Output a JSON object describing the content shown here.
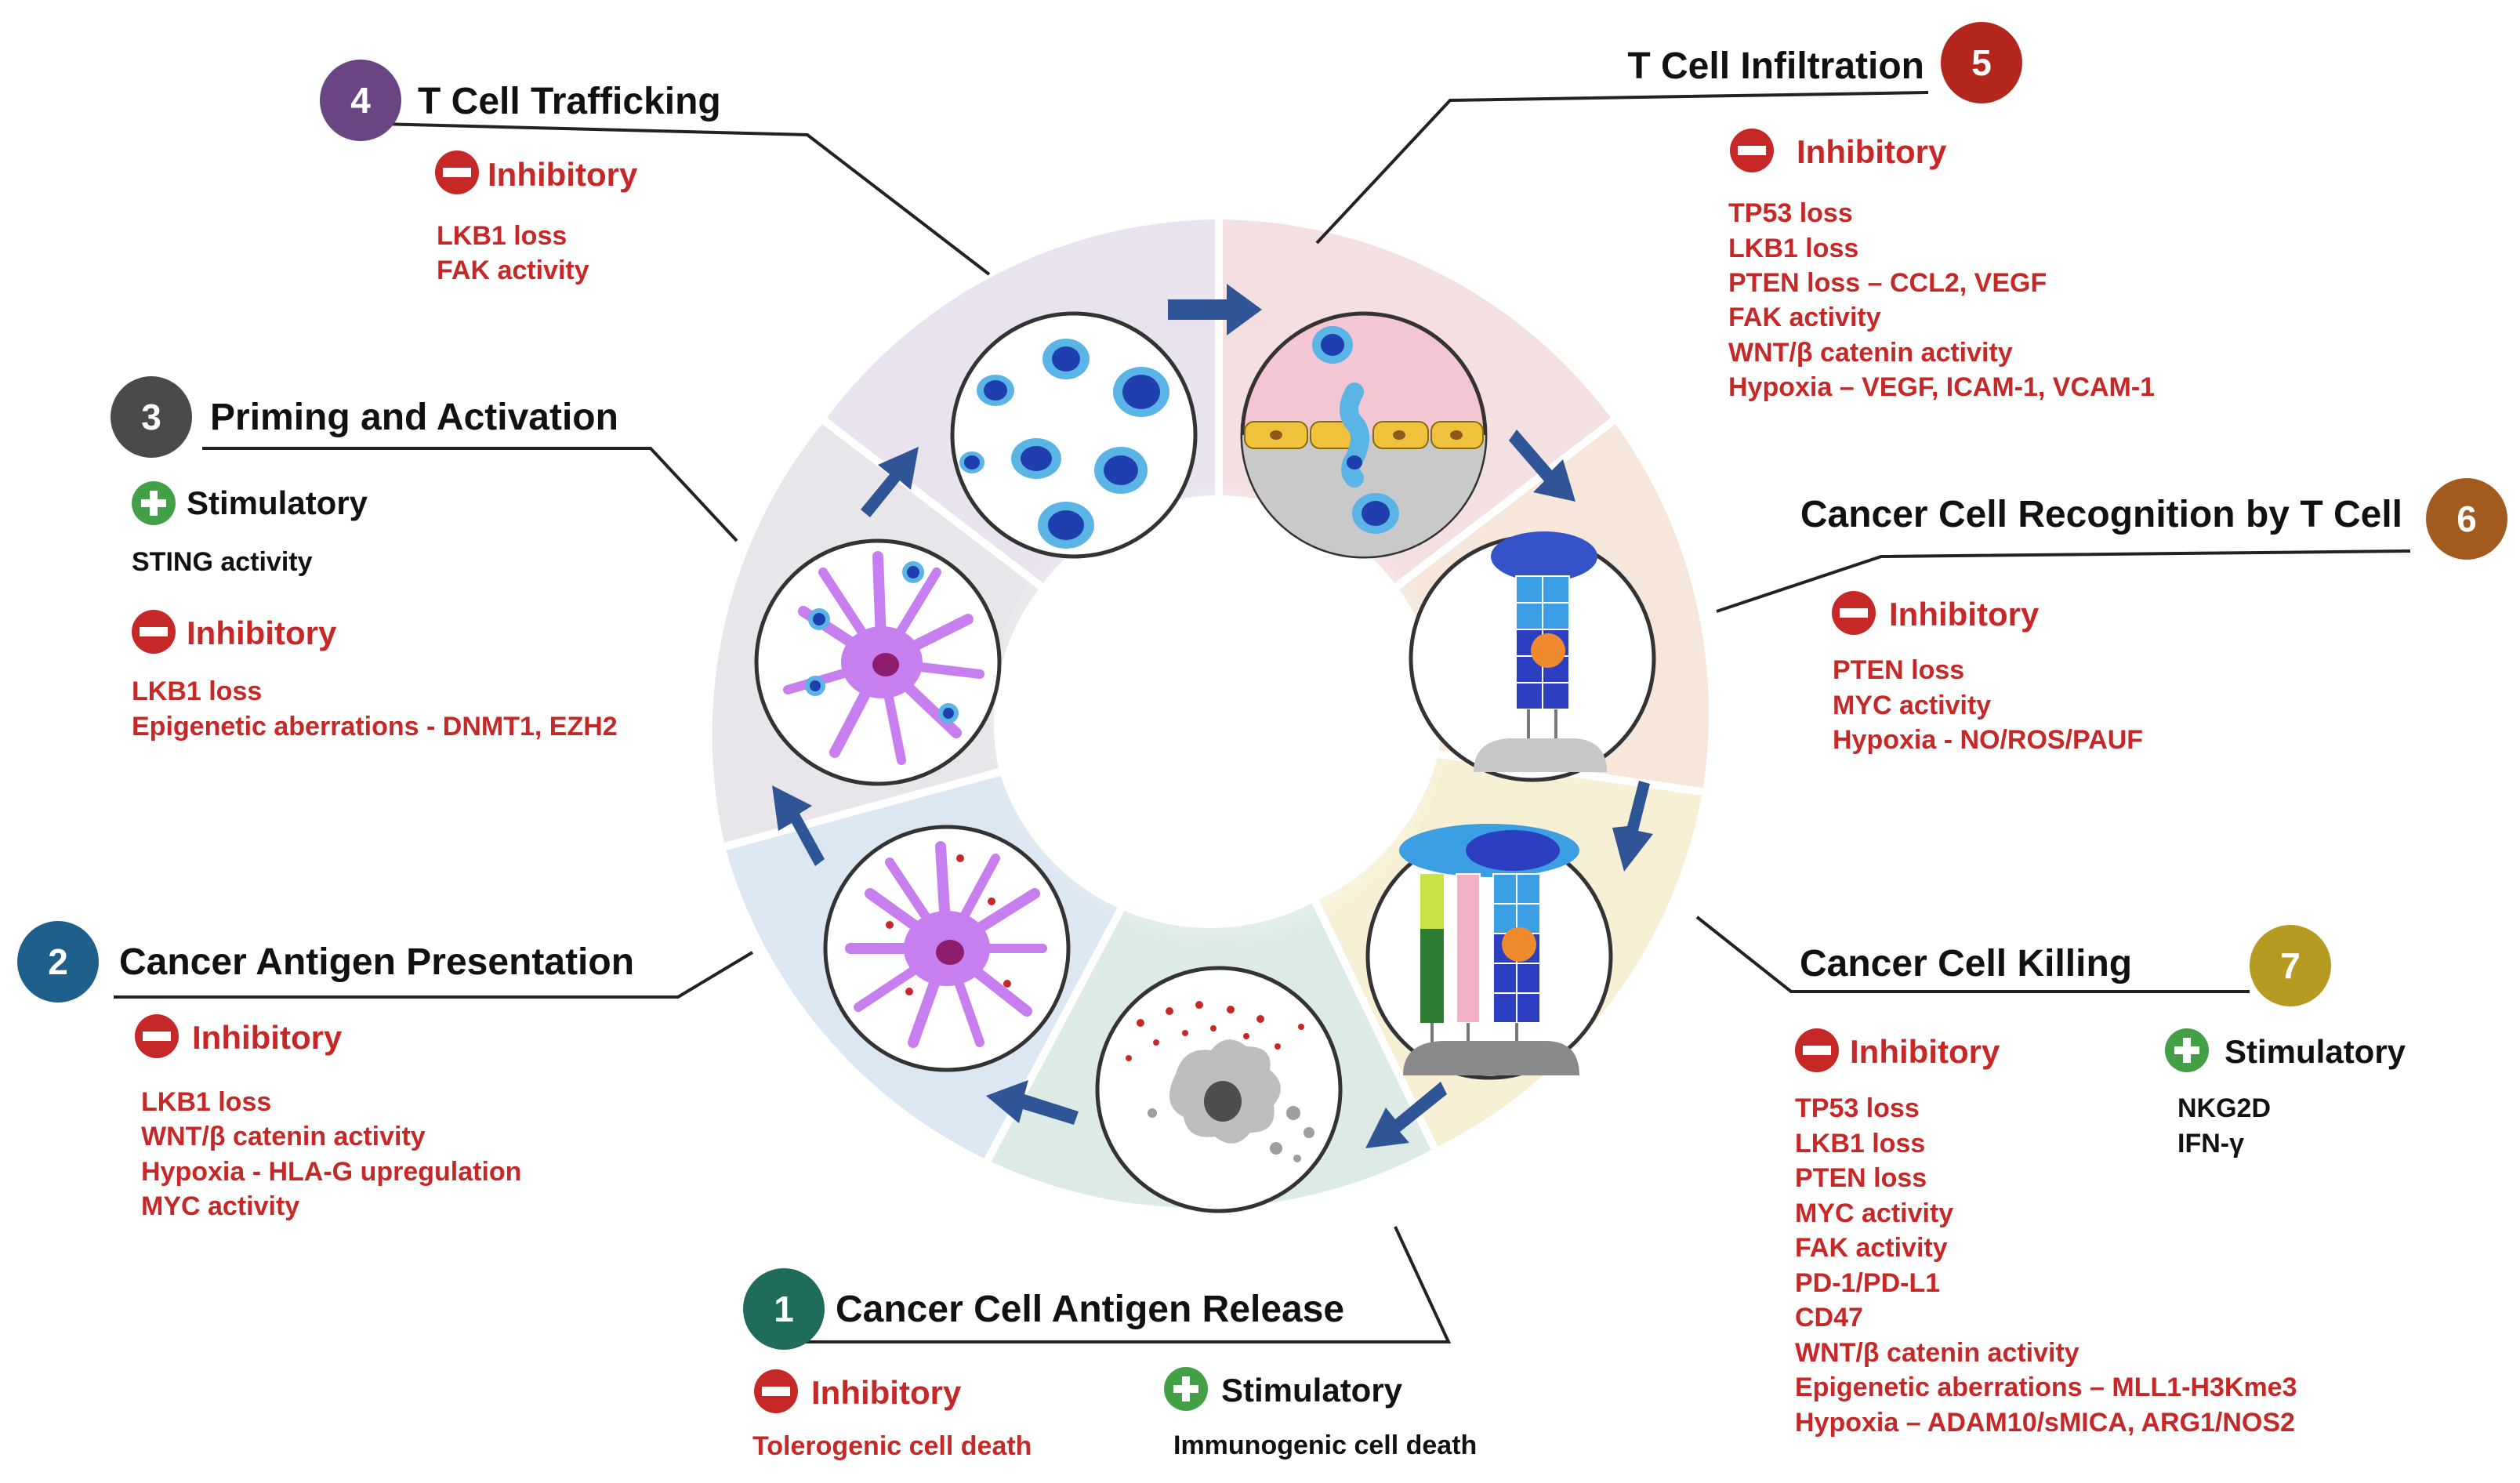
{
  "colors": {
    "inhibitory": "#c62828",
    "stimulatory": "#43a047",
    "arrow": "#2f5597",
    "step1": "#1f6b5c",
    "step2": "#1f5f8b",
    "step3": "#4a4a4a",
    "step4": "#6a4584",
    "step5": "#b3261e",
    "step6": "#a35a1e",
    "step7": "#b79a22"
  },
  "steps": [
    {
      "number": "1",
      "title": "Cancer Cell Antigen Release",
      "inhibitory": {
        "label": "Inhibitory",
        "items": [
          "Tolerogenic cell death"
        ]
      },
      "stimulatory": {
        "label": "Stimulatory",
        "items": [
          "Immunogenic cell death"
        ]
      }
    },
    {
      "number": "2",
      "title": "Cancer Antigen Presentation",
      "inhibitory": {
        "label": "Inhibitory",
        "items": [
          "LKB1 loss",
          "WNT/β catenin activity",
          "Hypoxia - HLA-G upregulation",
          "MYC activity"
        ]
      }
    },
    {
      "number": "3",
      "title": "Priming and Activation",
      "stimulatory": {
        "label": "Stimulatory",
        "items": [
          "STING activity"
        ]
      },
      "inhibitory": {
        "label": "Inhibitory",
        "items": [
          "LKB1 loss",
          "Epigenetic aberrations - DNMT1, EZH2"
        ]
      }
    },
    {
      "number": "4",
      "title": "T Cell Trafficking",
      "inhibitory": {
        "label": "Inhibitory",
        "items": [
          "LKB1 loss",
          "FAK activity"
        ]
      }
    },
    {
      "number": "5",
      "title": "T Cell Infiltration",
      "inhibitory": {
        "label": "Inhibitory",
        "items": [
          "TP53 loss",
          "LKB1 loss",
          "PTEN loss – CCL2, VEGF",
          "FAK activity",
          "WNT/β catenin activity",
          "Hypoxia – VEGF, ICAM-1, VCAM-1"
        ]
      }
    },
    {
      "number": "6",
      "title": "Cancer Cell Recognition by T Cell",
      "inhibitory": {
        "label": "Inhibitory",
        "items": [
          "PTEN loss",
          "MYC activity",
          "Hypoxia - NO/ROS/PAUF"
        ]
      }
    },
    {
      "number": "7",
      "title": "Cancer Cell Killing",
      "inhibitory": {
        "label": "Inhibitory",
        "items": [
          "TP53 loss",
          "LKB1 loss",
          "PTEN loss",
          "MYC activity",
          "FAK activity",
          "PD-1/PD-L1",
          "CD47",
          "WNT/β catenin activity",
          "Epigenetic aberrations – MLL1-H3Kme3",
          "Hypoxia – ADAM10/sMICA, ARG1/NOS2"
        ]
      },
      "stimulatory": {
        "label": "Stimulatory",
        "items": [
          "NKG2D",
          "IFN-γ"
        ]
      }
    }
  ]
}
